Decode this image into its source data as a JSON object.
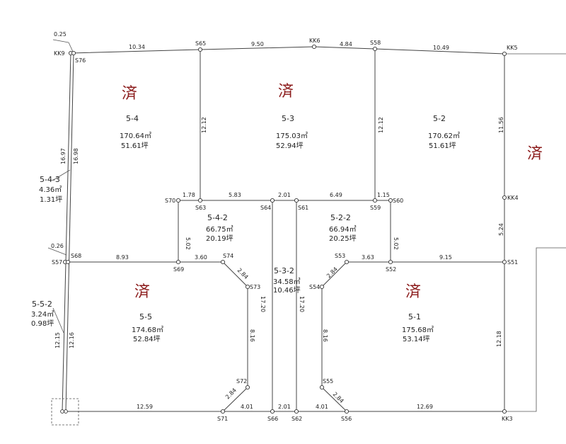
{
  "colors": {
    "mark": "#8b1a1a",
    "line": "#444444"
  },
  "lots": [
    {
      "id": "5-4",
      "area_m2": "170.64㎡",
      "area_tsubo": "51.61坪",
      "mark": "済"
    },
    {
      "id": "5-3",
      "area_m2": "175.03㎡",
      "area_tsubo": "52.94坪",
      "mark": "済"
    },
    {
      "id": "5-2",
      "area_m2": "170.62㎡",
      "area_tsubo": "51.61坪"
    },
    {
      "id": "5-5",
      "area_m2": "174.68㎡",
      "area_tsubo": "52.84坪",
      "mark": "済"
    },
    {
      "id": "5-1",
      "area_m2": "175.68㎡",
      "area_tsubo": "53.14坪",
      "mark": "済"
    },
    {
      "id": "5-4-2",
      "area_m2": "66.75㎡",
      "area_tsubo": "20.19坪"
    },
    {
      "id": "5-2-2",
      "area_m2": "66.94㎡",
      "area_tsubo": "20.25坪"
    },
    {
      "id": "5-3-2",
      "area_m2": "34.58㎡",
      "area_tsubo": "10.46坪"
    },
    {
      "id": "5-4-3",
      "area_m2": "4.36㎡",
      "area_tsubo": "1.31坪"
    },
    {
      "id": "5-5-2",
      "area_m2": "3.24㎡",
      "area_tsubo": "0.98坪"
    }
  ],
  "east_mark": "済",
  "points": [
    "KK9",
    "S76",
    "S65",
    "KK6",
    "S58",
    "KK5",
    "KK4",
    "S51",
    "KK3",
    "S56",
    "S62",
    "S66",
    "S71",
    "S57",
    "S68",
    "S69",
    "S70",
    "S63",
    "S64",
    "S61",
    "S59",
    "S60",
    "S52",
    "S53",
    "S54",
    "S55",
    "S72",
    "S73",
    "S74"
  ],
  "dimensions": [
    "0.25",
    "10.34",
    "9.50",
    "4.84",
    "10.49",
    "16.97",
    "16.98",
    "12.12",
    "12.12",
    "11.56",
    "1.78",
    "5.83",
    "2.01",
    "6.49",
    "1.15",
    "5.02",
    "5.02",
    "5.24",
    "0.26",
    "8.93",
    "3.60",
    "3.63",
    "9.15",
    "2.84",
    "2.84",
    "17.20",
    "17.20",
    "8.16",
    "8.16",
    "12.15",
    "12.16",
    "12.18",
    "2.84",
    "2.84",
    "12.59",
    "4.01",
    "2.01",
    "4.01",
    "12.69"
  ]
}
